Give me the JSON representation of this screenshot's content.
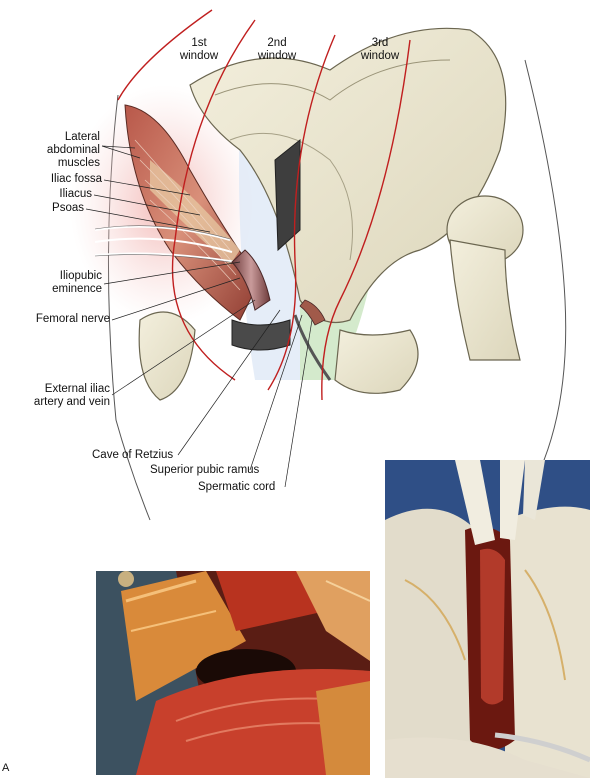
{
  "windows": [
    {
      "line1": "1st",
      "line2": "window"
    },
    {
      "line1": "2nd",
      "line2": "window"
    },
    {
      "line1": "3rd",
      "line2": "window"
    }
  ],
  "left_labels": [
    {
      "lines": [
        "Lateral",
        "abdominal",
        "muscles"
      ]
    },
    {
      "lines": [
        "Iliac fossa"
      ]
    },
    {
      "lines": [
        "Iliacus"
      ]
    },
    {
      "lines": [
        "Psoas"
      ]
    },
    {
      "lines": [
        "Iliopubic",
        "eminence"
      ]
    },
    {
      "lines": [
        "Femoral nerve"
      ]
    },
    {
      "lines": [
        "External iliac",
        "artery and vein"
      ]
    }
  ],
  "bottom_labels": [
    "Cave of Retzius",
    "Superior pubic ramus",
    "Spermatic cord"
  ],
  "figure_letter": "A"
}
